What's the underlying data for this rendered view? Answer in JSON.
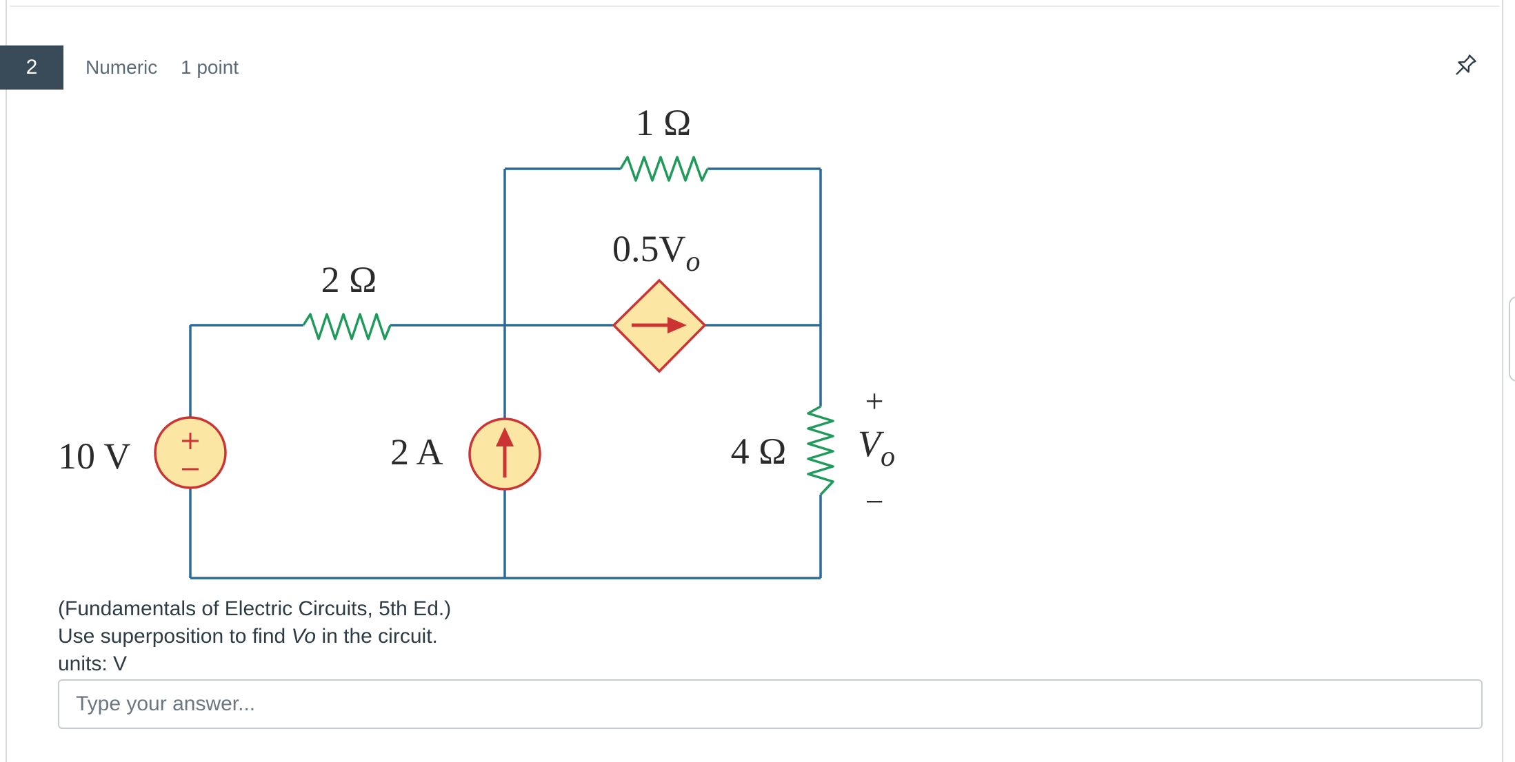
{
  "question": {
    "number": "2",
    "type": "Numeric",
    "points": "1 point",
    "source": "(Fundamentals of Electric Circuits, 5th Ed.)",
    "prompt_before": "Use superposition to find ",
    "prompt_var": "Vo",
    "prompt_after": " in the circuit.",
    "units": "units: V"
  },
  "answer": {
    "placeholder": "Type your answer...",
    "value": ""
  },
  "circuit": {
    "r_top": "1 Ω",
    "r_left": "2 Ω",
    "r_right": "4 Ω",
    "dep_source_coef": "0.5V",
    "dep_source_sub": "o",
    "voltage_source": "10 V",
    "current_source": "2 A",
    "vo_plus": "+",
    "vo_label": "V",
    "vo_sub": "o",
    "vo_minus": "−",
    "wire_color": "#2d6a96",
    "resistor_color": "#1f9a5a",
    "source_fill": "#fce6a4",
    "source_stroke": "#cc3333"
  },
  "icons": {
    "pin": "pin-icon"
  }
}
